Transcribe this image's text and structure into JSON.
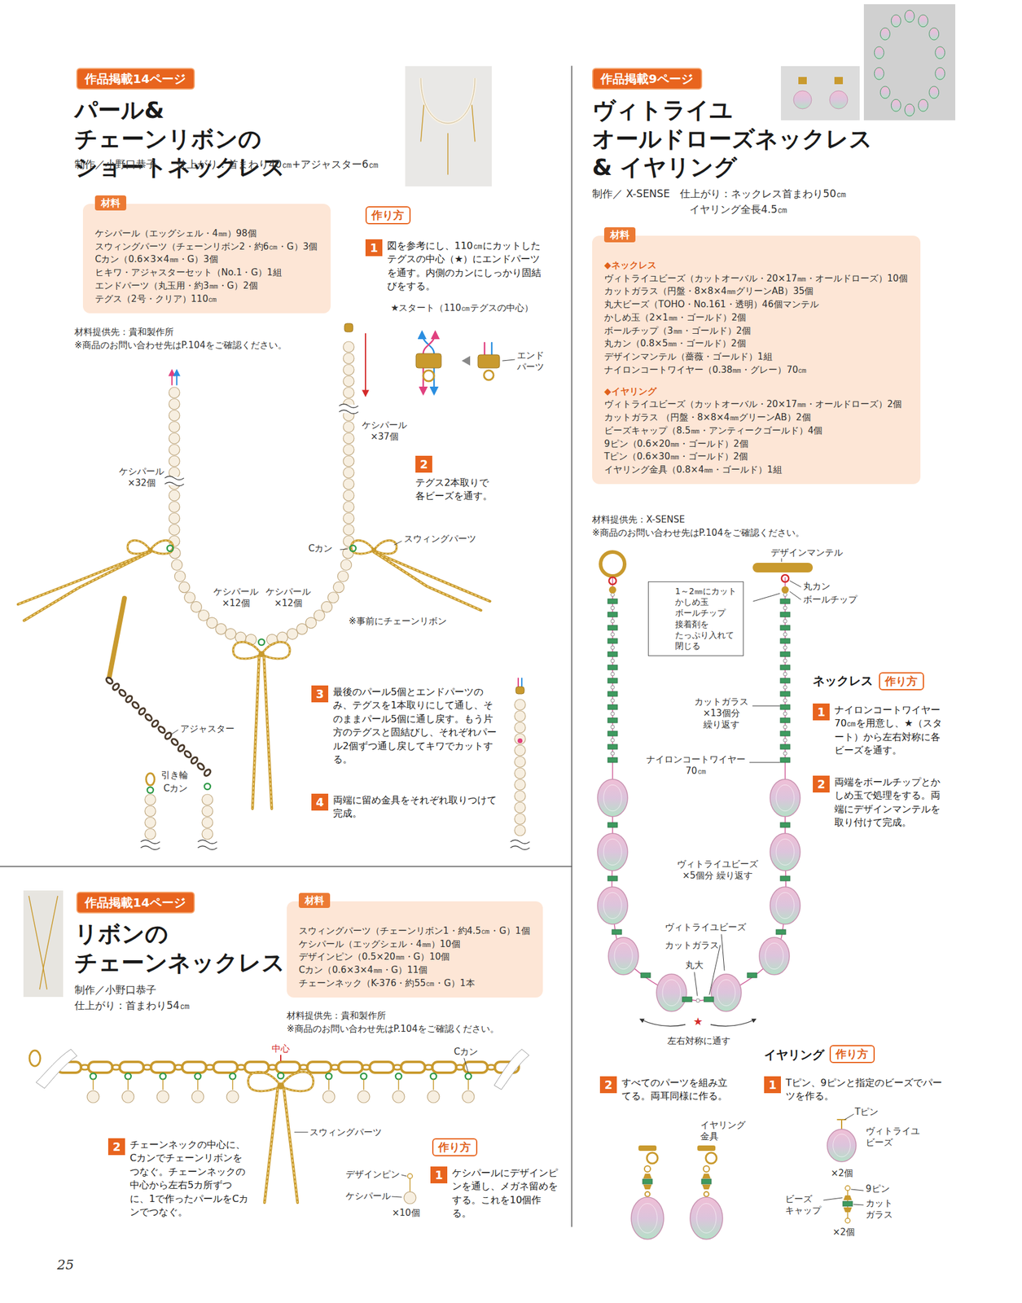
{
  "diagram": {
    "nodes": [
      {
        "text": [
          "作品掲載14ページ"
        ]
      },
      {
        "text": [
          "材料",
          "ケシパール（エッグシェル・4㎜）98個",
          "スウィングパーツ（チェーンリボン2・約6㎝・G）3個",
          "Cカン（0.6×3×4㎜・G）3個",
          "ヒキワ・アジャスターセット（No.1・G）1組",
          "エンドパーツ（丸玉用・約3㎜・G）2個",
          "テグス（2号・クリア）110㎝"
        ]
      },
      {
        "text": [
          "作り方"
        ]
      },
      {
        "text": [
          "1",
          "図を参考にし、110㎝にカットしたテグスの中心（★）にエンドパーツを通す。内側のカンにしっかり固結びをする。"
        ]
      },
      {
        "text": [
          "2",
          "テグス2本取りで各ビーズを通す。"
        ]
      },
      {
        "text": [
          "3",
          "最後のパール5個とエンドパーツのみ、テグスを1本取りにして通し、そのままパール5個に通し戻す。もう片方のテグスと固結びし、それぞれパール2個ずつ通し戻してキワでカットする。"
        ]
      },
      {
        "text": [
          "4",
          "両端に留め金具をそれぞれ取りつけて完成。"
        ]
      },
      {
        "text": [
          "作品掲載14ページ"
        ]
      },
      {
        "text": [
          "材料",
          "スウィングパーツ（チェーンリボン1・約4.5㎝・G）1個",
          "ケシパール（エッグシェル・4㎜）10個",
          "デザインピン（0.5×20㎜・G）10個",
          "Cカン（0.6×3×4㎜・G）11個",
          "チェーンネック（K-376・約55㎝・G）1本"
        ]
      },
      {
        "text": [
          "2",
          "チェーンネックの中心に、Cカンでチェーンリボンをつなぐ。チェーンネックの中心から左右5カ所ずつに、1で作ったパールをCカンでつなぐ。"
        ]
      },
      {
        "text": [
          "作り方"
        ]
      },
      {
        "text": [
          "1",
          "ケシパールにデザインピンを通し、メガネ留めをする。これを10個作る。"
        ]
      },
      {
        "text": [
          "作品掲載9ページ"
        ]
      },
      {
        "text": [
          "材料",
          "◆ネックレス",
          "ヴィトライユビーズ（カットオーバル・20×17㎜・オールドローズ）10個",
          "カットガラス（円盤・8×8×4㎜グリーンAB）35個",
          "丸大ビーズ（TOHO・No.161・透明）46個マンテル",
          "かしめ玉（2×1㎜・ゴールド）2個",
          "ボールチップ（3㎜・ゴールド）2個",
          "丸カン（0.8×5㎜・ゴールド）2個",
          "デザインマンテル（薔薇・ゴールド）1組",
          "ナイロンコートワイヤー（0.38㎜・グレー）70㎝",
          "◆イヤリング",
          "ヴィトライユビーズ（カットオーバル・20×17㎜・オールドローズ）2個",
          "カットガラス （円盤・8×8×4㎜グリーンAB）2個",
          "ビーズキャップ（8.5㎜・アンティークゴールド）4個",
          "9ピン（0.6×20㎜・ゴールド）2個",
          "Tピン（0.6×30㎜・ゴールド）2個",
          "イヤリング金具（0.8×4㎜・ゴールド）1組"
        ]
      },
      {
        "text": [
          "1～2㎜にカット",
          "かしめ玉",
          "ボールチップ",
          "接着剤を たっぷり入れて 閉じる"
        ]
      },
      {
        "text": [
          "作り方"
        ]
      },
      {
        "text": [
          "1",
          "ナイロンコートワイヤー70㎝を用意し、★（スタート）から左右対称に各ビーズを通す。"
        ]
      },
      {
        "text": [
          "2",
          "両端をボールチップとかしめ玉で処理をする。両端にデザインマンテルを取り付けて完成。"
        ]
      },
      {
        "text": [
          "作り方"
        ]
      },
      {
        "text": [
          "1",
          "Tピン、9ピンと指定のビーズでパーツを作る。"
        ]
      },
      {
        "text": [
          "2",
          "すべてのパーツを組み立てる。両耳同様に作る。"
        ]
      }
    ],
    "labels": [
      "パール&チェーンリボンの ショートネックレス",
      "制作／小野口恭子　　仕上がり：首まわり40㎝+アジャスター6㎝",
      "材料提供先：貴和製作所",
      "※商品のお問い合わせ先はP.104をご確認ください。",
      "★スタート（110㎝テグスの中心）",
      "エンド パーツ",
      "ケシパール ×37個",
      "ケシパール ×32個",
      "Cカン",
      "スウィングパーツ",
      "ケシパール ×12個",
      "ケシパール ×12個",
      "※事前にチェーンリボン",
      "アジャスター",
      "引き輪",
      "Cカン",
      "リボンの チェーンネックレス",
      "制作／小野口恭子",
      "仕上がり：首まわり54㎝",
      "材料提供先：貴和製作所",
      "※商品のお問い合わせ先はP.104をご確認ください。",
      "中心",
      "Cカン",
      "スウィングパーツ",
      "デザインピン",
      "ケシパール",
      "×10個",
      "ヴィトライユ オールドローズネックレス& イヤリング",
      "制作／ X-SENSE　仕上がり：ネックレス首まわり50㎝",
      "イヤリング全長4.5㎝",
      "材料提供先：X-SENSE",
      "※商品のお問い合わせ先はP.104をご確認ください。",
      "デザインマンテル",
      "丸カン",
      "ボールチップ",
      "カットガラス ×13個分 繰り返す",
      "ナイロンコートワイヤー 70㎝",
      "ネックレス",
      "ヴィトライユビーズ ×5個分 繰り返す",
      "ヴィトライユビーズ",
      "カットガラス",
      "丸大",
      "★",
      "左右対称に通す",
      "イヤリング",
      "イヤリング 金具",
      "Tピン",
      "ヴィトライユ ビーズ",
      "×2個",
      "ビーズ キャップ",
      "9ピン",
      "カット ガラス",
      "×2個",
      "25"
    ]
  }
}
